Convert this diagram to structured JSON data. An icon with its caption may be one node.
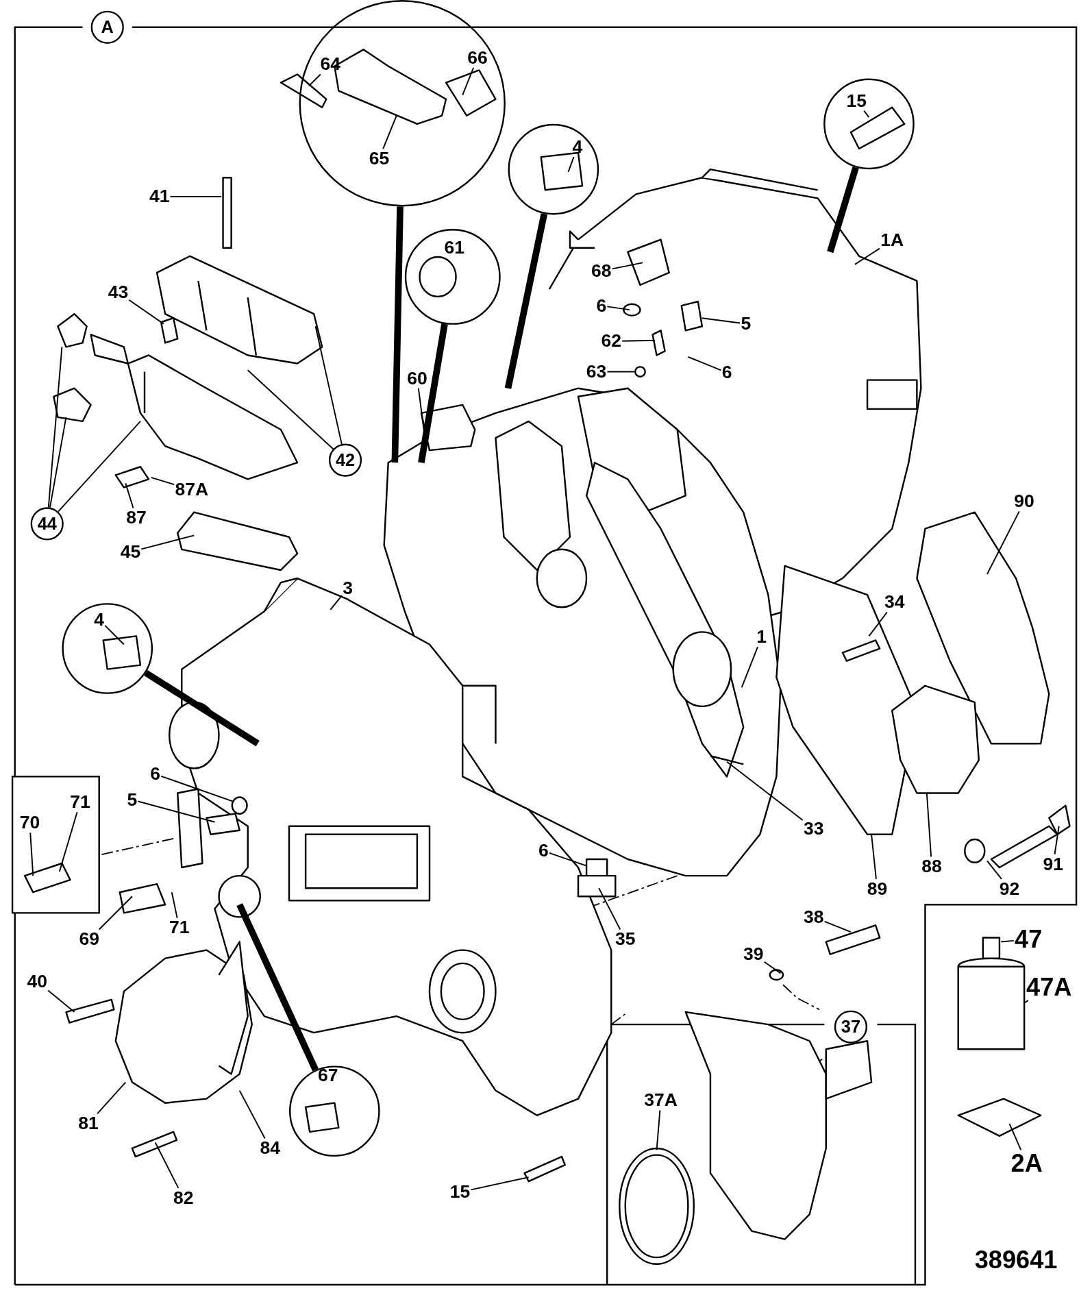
{
  "diagram": {
    "nodes": [
      {
        "text": [
          "A"
        ]
      },
      {
        "text": [],
        "shape": "circle"
      },
      {
        "text": [
          "64"
        ],
        "in": 1
      },
      {
        "text": [
          "66"
        ],
        "in": 1
      },
      {
        "text": [
          "65"
        ],
        "in": 1
      },
      {
        "text": [],
        "shape": "circle"
      },
      {
        "text": [
          "4"
        ],
        "in": 5
      },
      {
        "text": [],
        "shape": "circle"
      },
      {
        "text": [
          "61"
        ],
        "in": 7
      },
      {
        "text": [],
        "shape": "circle"
      },
      {
        "text": [
          "15"
        ],
        "in": 9
      },
      {
        "text": [
          "41"
        ]
      },
      {
        "text": [
          "43"
        ]
      },
      {
        "text": [
          "42"
        ]
      },
      {
        "text": [
          "44"
        ]
      },
      {
        "text": [
          "87A"
        ]
      },
      {
        "text": [
          "87"
        ]
      },
      {
        "text": [
          "45"
        ]
      },
      {
        "text": [
          "60"
        ]
      },
      {
        "text": [
          "68"
        ]
      },
      {
        "text": [
          "6"
        ]
      },
      {
        "text": [
          "62"
        ]
      },
      {
        "text": [
          "63"
        ]
      },
      {
        "text": [
          "5"
        ]
      },
      {
        "text": [
          "6"
        ]
      },
      {
        "text": [
          "1A"
        ]
      },
      {
        "text": [
          "90"
        ]
      },
      {
        "text": [
          "34"
        ]
      },
      {
        "text": [
          "1"
        ]
      },
      {
        "text": [
          "3"
        ]
      },
      {
        "text": [],
        "shape": "circle"
      },
      {
        "text": [
          "4"
        ],
        "in": 30
      },
      {
        "text": [
          "33"
        ]
      },
      {
        "text": [
          "88"
        ]
      },
      {
        "text": [
          "89"
        ]
      },
      {
        "text": [
          "92"
        ]
      },
      {
        "text": [
          "91"
        ]
      },
      {
        "text": [
          "6"
        ]
      },
      {
        "text": [
          "5"
        ]
      },
      {
        "text": [
          "70"
        ]
      },
      {
        "text": [
          "71"
        ]
      },
      {
        "text": [
          "69"
        ]
      },
      {
        "text": [
          "71"
        ]
      },
      {
        "text": [
          "6"
        ]
      },
      {
        "text": [
          "35"
        ]
      },
      {
        "text": [
          "38"
        ]
      },
      {
        "text": [
          "39"
        ]
      },
      {
        "text": [
          "37"
        ]
      },
      {
        "text": [
          "47"
        ]
      },
      {
        "text": [
          "47A"
        ]
      },
      {
        "text": [
          "2A"
        ]
      },
      {
        "text": [
          "40"
        ]
      },
      {
        "text": [
          "81"
        ]
      },
      {
        "text": [
          "82"
        ]
      },
      {
        "text": [
          "84"
        ]
      },
      {
        "text": [],
        "shape": "circle"
      },
      {
        "text": [
          "67"
        ],
        "in": 55
      },
      {
        "text": [
          "37A"
        ]
      },
      {
        "text": [
          "15"
        ]
      }
    ],
    "edges": [
      {
        "from": 2,
        "to": null,
        "arrow": "none"
      },
      {
        "from": 3,
        "to": null,
        "arrow": "none"
      },
      {
        "from": 4,
        "to": null,
        "arrow": "none"
      },
      {
        "from": 1,
        "to": null,
        "arrow": "none",
        "style": "thick"
      },
      {
        "from": 6,
        "to": null,
        "arrow": "none"
      },
      {
        "from": 5,
        "to": null,
        "arrow": "none",
        "style": "thick"
      },
      {
        "from": 7,
        "to": null,
        "arrow": "none",
        "style": "thick"
      },
      {
        "from": 10,
        "to": null,
        "arrow": "none"
      },
      {
        "from": 9,
        "to": null,
        "arrow": "none",
        "style": "thick"
      },
      {
        "from": 11,
        "to": null,
        "arrow": "none"
      },
      {
        "from": 12,
        "to": null,
        "arrow": "none"
      },
      {
        "from": 13,
        "to": null,
        "arrow": "none"
      },
      {
        "from": 13,
        "to": null,
        "arrow": "none"
      },
      {
        "from": 14,
        "to": null,
        "arrow": "none"
      },
      {
        "from": 14,
        "to": null,
        "arrow": "none"
      },
      {
        "from": 14,
        "to": null,
        "arrow": "none"
      },
      {
        "from": 15,
        "to": null,
        "arrow": "none"
      },
      {
        "from": 16,
        "to": null,
        "arrow": "none"
      },
      {
        "from": 17,
        "to": null,
        "arrow": "none"
      },
      {
        "from": 18,
        "to": null,
        "arrow": "none"
      },
      {
        "from": 19,
        "to": null,
        "arrow": "none"
      },
      {
        "from": 20,
        "to": null,
        "arrow": "none"
      },
      {
        "from": 21,
        "to": null,
        "arrow": "none"
      },
      {
        "from": 22,
        "to": null,
        "arrow": "none"
      },
      {
        "from": 23,
        "to": null,
        "arrow": "none"
      },
      {
        "from": 24,
        "to": null,
        "arrow": "none"
      },
      {
        "from": 25,
        "to": null,
        "arrow": "none"
      },
      {
        "from": 26,
        "to": null,
        "arrow": "none"
      },
      {
        "from": 27,
        "to": null,
        "arrow": "none"
      },
      {
        "from": 28,
        "to": null,
        "arrow": "none"
      },
      {
        "from": 29,
        "to": null,
        "arrow": "none"
      },
      {
        "from": 31,
        "to": null,
        "arrow": "none"
      },
      {
        "from": 30,
        "to": null,
        "arrow": "none",
        "style": "thick"
      },
      {
        "from": 32,
        "to": null,
        "arrow": "none"
      },
      {
        "from": 33,
        "to": null,
        "arrow": "none"
      },
      {
        "from": 34,
        "to": null,
        "arrow": "none"
      },
      {
        "from": 35,
        "to": null,
        "arrow": "none"
      },
      {
        "from": 36,
        "to": null,
        "arrow": "none"
      },
      {
        "from": 37,
        "to": null,
        "arrow": "none"
      },
      {
        "from": 38,
        "to": null,
        "arrow": "none"
      },
      {
        "from": 39,
        "to": null,
        "arrow": "none"
      },
      {
        "from": 40,
        "to": null,
        "arrow": "none"
      },
      {
        "from": 41,
        "to": null,
        "arrow": "none"
      },
      {
        "from": 42,
        "to": null,
        "arrow": "none"
      },
      {
        "from": 43,
        "to": null,
        "arrow": "none"
      },
      {
        "from": 44,
        "to": null,
        "arrow": "none"
      },
      {
        "from": 45,
        "to": null,
        "arrow": "none"
      },
      {
        "from": 46,
        "to": null,
        "arrow": "none"
      },
      {
        "from": 48,
        "to": null,
        "arrow": "none"
      },
      {
        "from": 49,
        "to": null,
        "arrow": "none"
      },
      {
        "from": 50,
        "to": null,
        "arrow": "none"
      },
      {
        "from": 51,
        "to": null,
        "arrow": "none"
      },
      {
        "from": 52,
        "to": null,
        "arrow": "none"
      },
      {
        "from": 53,
        "to": null,
        "arrow": "none"
      },
      {
        "from": 54,
        "to": null,
        "arrow": "none"
      },
      {
        "from": 55,
        "to": null,
        "arrow": "none",
        "style": "thick"
      },
      {
        "from": 57,
        "to": null,
        "arrow": "none"
      },
      {
        "from": 58,
        "to": null,
        "arrow": "none"
      }
    ],
    "labels": [
      "389641"
    ]
  }
}
